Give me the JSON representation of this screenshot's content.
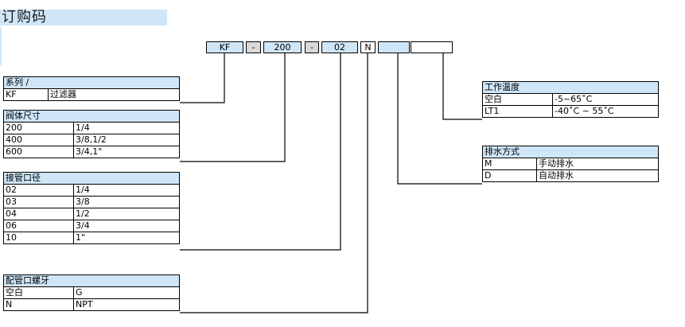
{
  "title": "订购码",
  "code": {
    "series": "KF",
    "dash1": "-",
    "size": "200",
    "dash2": "-",
    "port": "02",
    "thread": "N",
    "drain": "",
    "temp": ""
  },
  "series_table": {
    "header": "系列 /",
    "rows": [
      [
        "KF",
        "过滤器"
      ]
    ]
  },
  "body_size_table": {
    "header": "阀体尺寸",
    "rows": [
      [
        "200",
        "1/4"
      ],
      [
        "400",
        "3/8,1/2"
      ],
      [
        "600",
        "3/4,1\""
      ]
    ]
  },
  "port_table": {
    "header": "接管口径",
    "rows": [
      [
        "02",
        "1/4"
      ],
      [
        "03",
        "3/8"
      ],
      [
        "04",
        "1/2"
      ],
      [
        "06",
        "3/4"
      ],
      [
        "10",
        "1\""
      ]
    ]
  },
  "thread_table": {
    "header": "配管口螺牙",
    "rows": [
      [
        "空白",
        "G"
      ],
      [
        "N",
        "NPT"
      ]
    ]
  },
  "temp_table": {
    "header": "工作温度",
    "rows": [
      [
        "空白",
        "-5~65˚C"
      ],
      [
        "LT1",
        "-40˚C ~ 55˚C"
      ]
    ]
  },
  "drain_table": {
    "header": "排水方式",
    "rows": [
      [
        "M",
        "手动排水"
      ],
      [
        "D",
        "自动排水"
      ]
    ]
  }
}
